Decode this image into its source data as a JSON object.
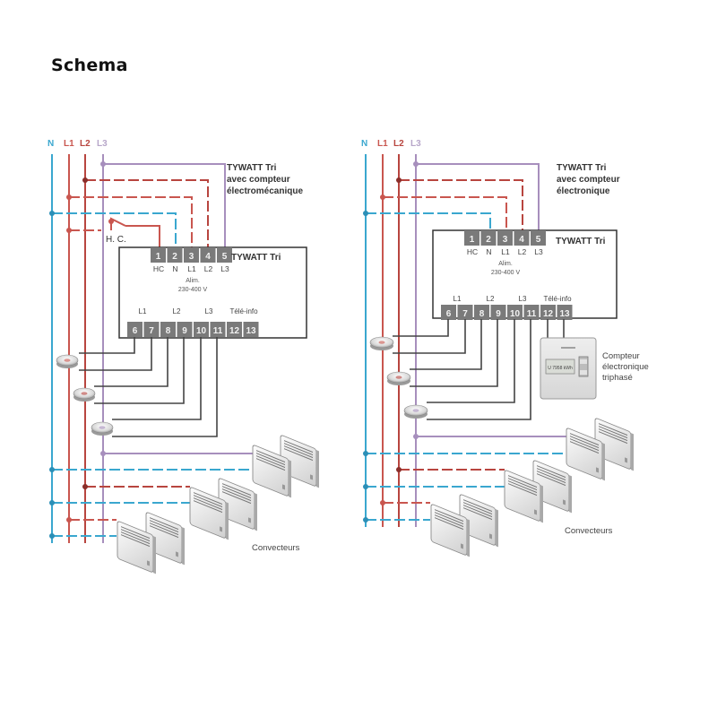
{
  "page": {
    "title": "Schema"
  },
  "colors": {
    "neutral": "#3aa7cf",
    "phase1": "#c9564f",
    "phase2": "#b8453f",
    "phase3": "#a78fbd",
    "wire_dark": "#444444",
    "terminal": "#7a7a7a",
    "box_border": "#333333"
  },
  "diagrams": [
    {
      "id": "electromechanical",
      "rail_labels": [
        "N",
        "L1",
        "L2",
        "L3"
      ],
      "caption_line1": "TYWATT Tri",
      "caption_line2": "avec compteur",
      "caption_line3": "électromécanique",
      "hc_label": "H. C.",
      "device": {
        "name": "TYWATT Tri",
        "top_terminals": [
          "1",
          "2",
          "3",
          "4",
          "5"
        ],
        "top_terminal_labels": [
          "HC",
          "N",
          "L1",
          "L2",
          "L3"
        ],
        "supply_line1": "Alim.",
        "supply_line2": "230-400 V",
        "bottom_terminals": [
          "6",
          "7",
          "8",
          "9",
          "10",
          "11",
          "12",
          "13"
        ],
        "bottom_group_labels": [
          "L1",
          "L2",
          "L3",
          "Télé-info"
        ]
      },
      "convectors_label": "Convecteurs"
    },
    {
      "id": "electronic",
      "rail_labels": [
        "N",
        "L1",
        "L2",
        "L3"
      ],
      "caption_line1": "TYWATT Tri",
      "caption_line2": "avec compteur",
      "caption_line3": "électronique",
      "device": {
        "name": "TYWATT Tri",
        "top_terminals": [
          "1",
          "2",
          "3",
          "4",
          "5"
        ],
        "top_terminal_labels": [
          "HC",
          "N",
          "L1",
          "L2",
          "L3"
        ],
        "supply_line1": "Alim.",
        "supply_line2": "230-400 V",
        "bottom_terminals": [
          "6",
          "7",
          "8",
          "9",
          "10",
          "11",
          "12",
          "13"
        ],
        "bottom_group_labels": [
          "L1",
          "L2",
          "L3",
          "Télé-info"
        ]
      },
      "meter": {
        "display": "U 7958 kWh",
        "label_line1": "Compteur",
        "label_line2": "électronique",
        "label_line3": "triphasé"
      },
      "convectors_label": "Convecteurs"
    }
  ]
}
